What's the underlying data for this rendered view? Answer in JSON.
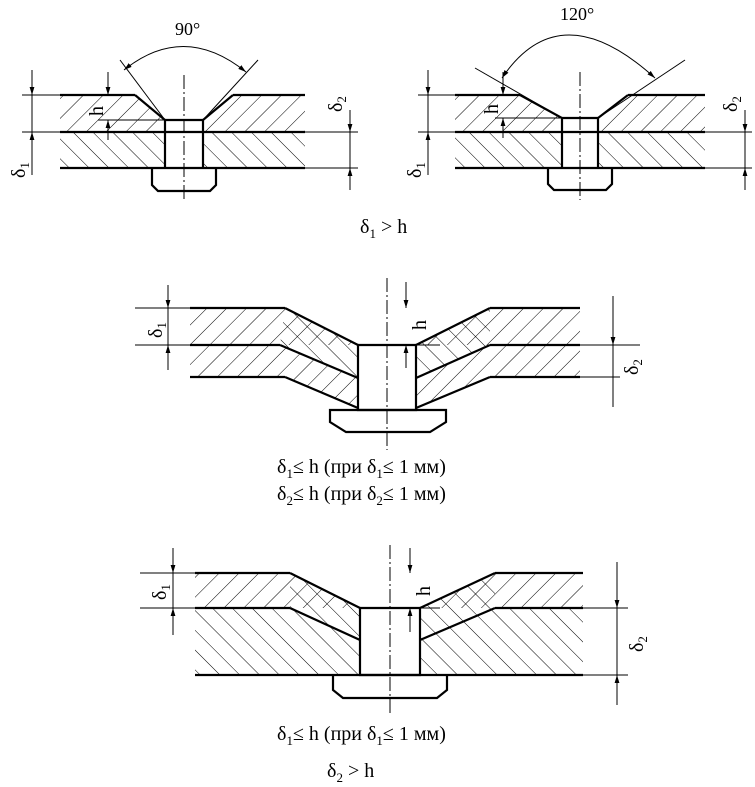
{
  "figure1": {
    "left": {
      "angle_label": "90°",
      "h_label": "h",
      "delta1": "δ",
      "delta1_sub": "1",
      "delta2": "δ",
      "delta2_sub": "2"
    },
    "right": {
      "angle_label": "120°",
      "h_label": "h",
      "delta1": "δ",
      "delta1_sub": "1",
      "delta2": "δ",
      "delta2_sub": "2"
    },
    "caption": {
      "d": "δ",
      "sub": "1",
      "rest": " > h"
    }
  },
  "figure2": {
    "h_label": "h",
    "delta1": "δ",
    "delta1_sub": "1",
    "delta2": "δ",
    "delta2_sub": "2",
    "caption_line1": {
      "d": "δ",
      "sub": "1",
      "mid": "≤ h  (при δ",
      "sub2": "1",
      "end": "≤ 1 мм)"
    },
    "caption_line2": {
      "d": "δ",
      "sub": "2",
      "mid": "≤ h  (при δ",
      "sub2": "2",
      "end": "≤ 1 мм)"
    }
  },
  "figure3": {
    "h_label": "h",
    "delta1": "δ",
    "delta1_sub": "1",
    "delta2": "δ",
    "delta2_sub": "2",
    "caption_line1": {
      "d": "δ",
      "sub": "1",
      "mid": "≤ h  (при δ",
      "sub2": "1",
      "end": "≤ 1 мм)"
    },
    "caption_line2": {
      "d": "δ",
      "sub": "2",
      "rest": " > h"
    }
  }
}
